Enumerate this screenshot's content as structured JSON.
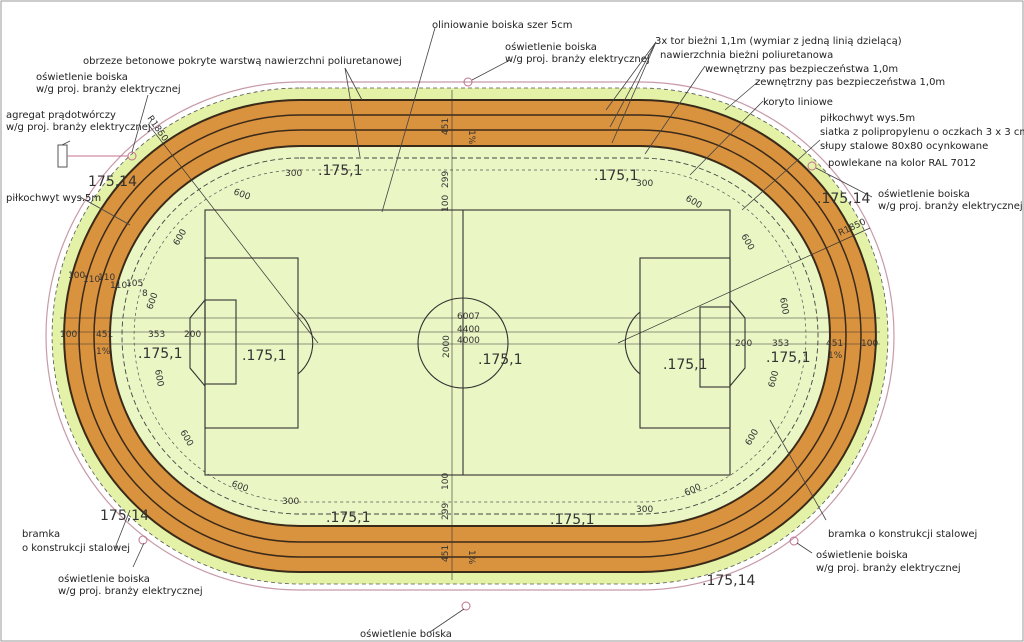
{
  "labels": {
    "lining": "oliniowanie boiska szer 5cm",
    "curb": "obrzeze betonowe pokryte warstwą nawierzchni poliuretanowej",
    "lighting_line1": "oświetlenie boiska",
    "lighting_line2": "w/g proj. branży elektrycznej",
    "generator_line1": "agregat prądotwórczy",
    "generator_line2": "w/g proj. branży elektrycznej",
    "lanes": "3x tor bieżni 1,1m (wymiar z jedną linią dzielącą)",
    "track_surface": "nawierzchnia bieżni poliuretanowa",
    "inner_safety": "wewnętrzny pas bezpieczeństwa 1,0m",
    "outer_safety": "zewnętrzny pas bezpieczeństwa 1,0m",
    "drain": "koryto liniowe",
    "ballstop_left": "piłkochwyt wys.5m",
    "ballstop_line1": "piłkochwyt wys.5m",
    "ballstop_line2": "siatka z polipropylenu o oczkach 3 x 3 cm",
    "ballstop_line3": "słupy stalowe 80x80 ocynkowane",
    "ballstop_line4": "powlekane na kolor RAL 7012",
    "goal_line1": "bramka",
    "goal_line2": "o konstrukcji stalowej",
    "goal_right": "bramka o konstrukcji stalowej"
  },
  "elevations": {
    "field": ".175,1",
    "outer": "175,14",
    "outer_dot": ".175,14"
  },
  "dimensions": {
    "radius": "R1850",
    "d451": "451",
    "d299": "299",
    "d100": "100",
    "slope": "1%",
    "d600": "600",
    "d300": "300",
    "d353": "353",
    "d200": "200",
    "d110": "110",
    "d105": "105",
    "d8": "8",
    "d6007": "6007",
    "d4400": "4400",
    "d4000": "4000",
    "d2000": "2000"
  },
  "colors": {
    "grass": "#e3f2a6",
    "field": "#eaf6c4",
    "track": "#d9923e",
    "line": "#3a2a1a",
    "boundary": "#c89aa8"
  }
}
